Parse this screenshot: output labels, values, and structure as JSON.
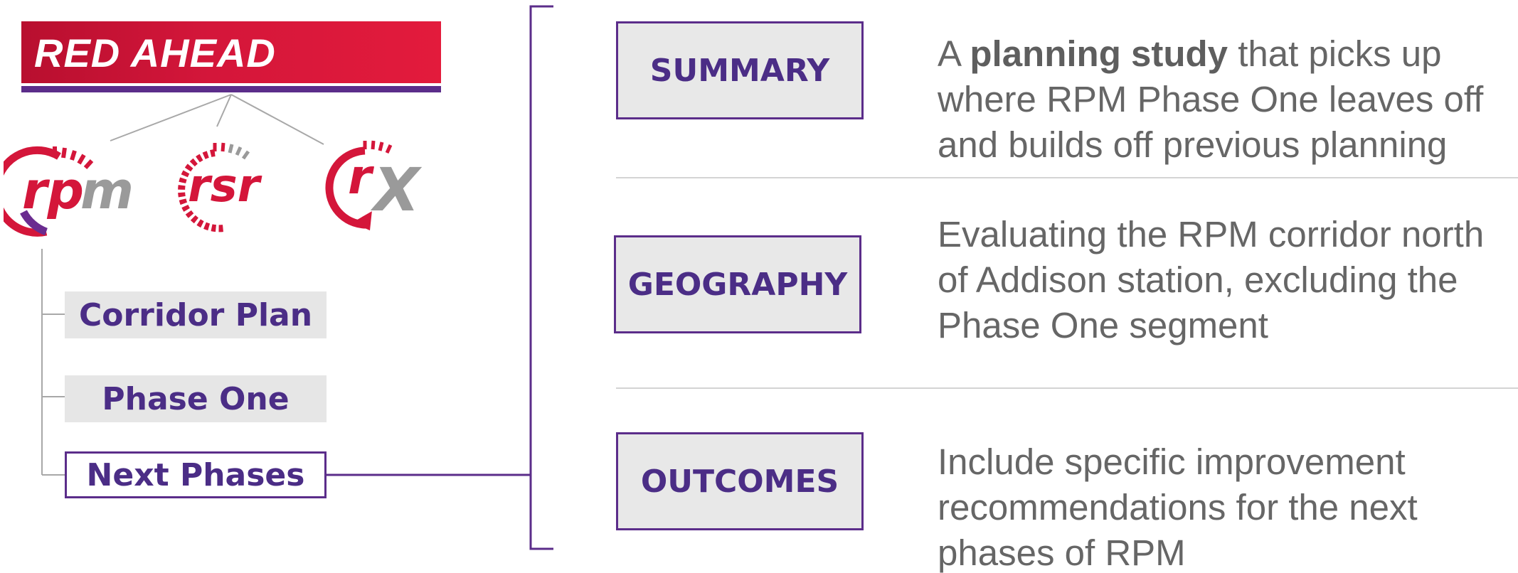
{
  "brand": {
    "title": "RED AHEAD"
  },
  "logos": [
    {
      "name": "rpm",
      "icon": "rpm-logo-icon",
      "prefix": "rp",
      "suffix": "m"
    },
    {
      "name": "rsr",
      "icon": "rsr-logo-icon",
      "text": "rsr"
    },
    {
      "name": "rx",
      "icon": "rx-logo-icon",
      "prefix": "r",
      "suffix": "X"
    }
  ],
  "menu": [
    {
      "label": "Corridor Plan",
      "active": false
    },
    {
      "label": "Phase One",
      "active": false
    },
    {
      "label": "Next Phases",
      "active": true
    }
  ],
  "details": [
    {
      "category": "SUMMARY",
      "text_before": "A ",
      "text_bold": "planning study",
      "text_after": " that picks up where RPM Phase One leaves off and builds off previous planning"
    },
    {
      "category": "GEOGRAPHY",
      "text": "Evaluating the RPM corridor north of Addison station, excluding the Phase One segment"
    },
    {
      "category": "OUTCOMES",
      "text": "Include specific improvement recommendations for the next phases of RPM"
    }
  ],
  "colors": {
    "brand_red": "#e31b3c",
    "brand_purple": "#5b2d8a",
    "box_gray": "#e6e6e6",
    "text_gray": "#666666"
  }
}
